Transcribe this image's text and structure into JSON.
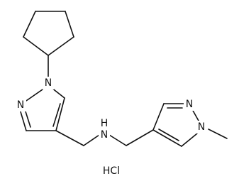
{
  "molecule": {
    "atoms": {
      "n1_left": "N",
      "n2_left": "N",
      "nh": "N",
      "h_on_n": "H",
      "n1_right": "N",
      "n2_right": "N"
    },
    "salt": "HCl"
  }
}
